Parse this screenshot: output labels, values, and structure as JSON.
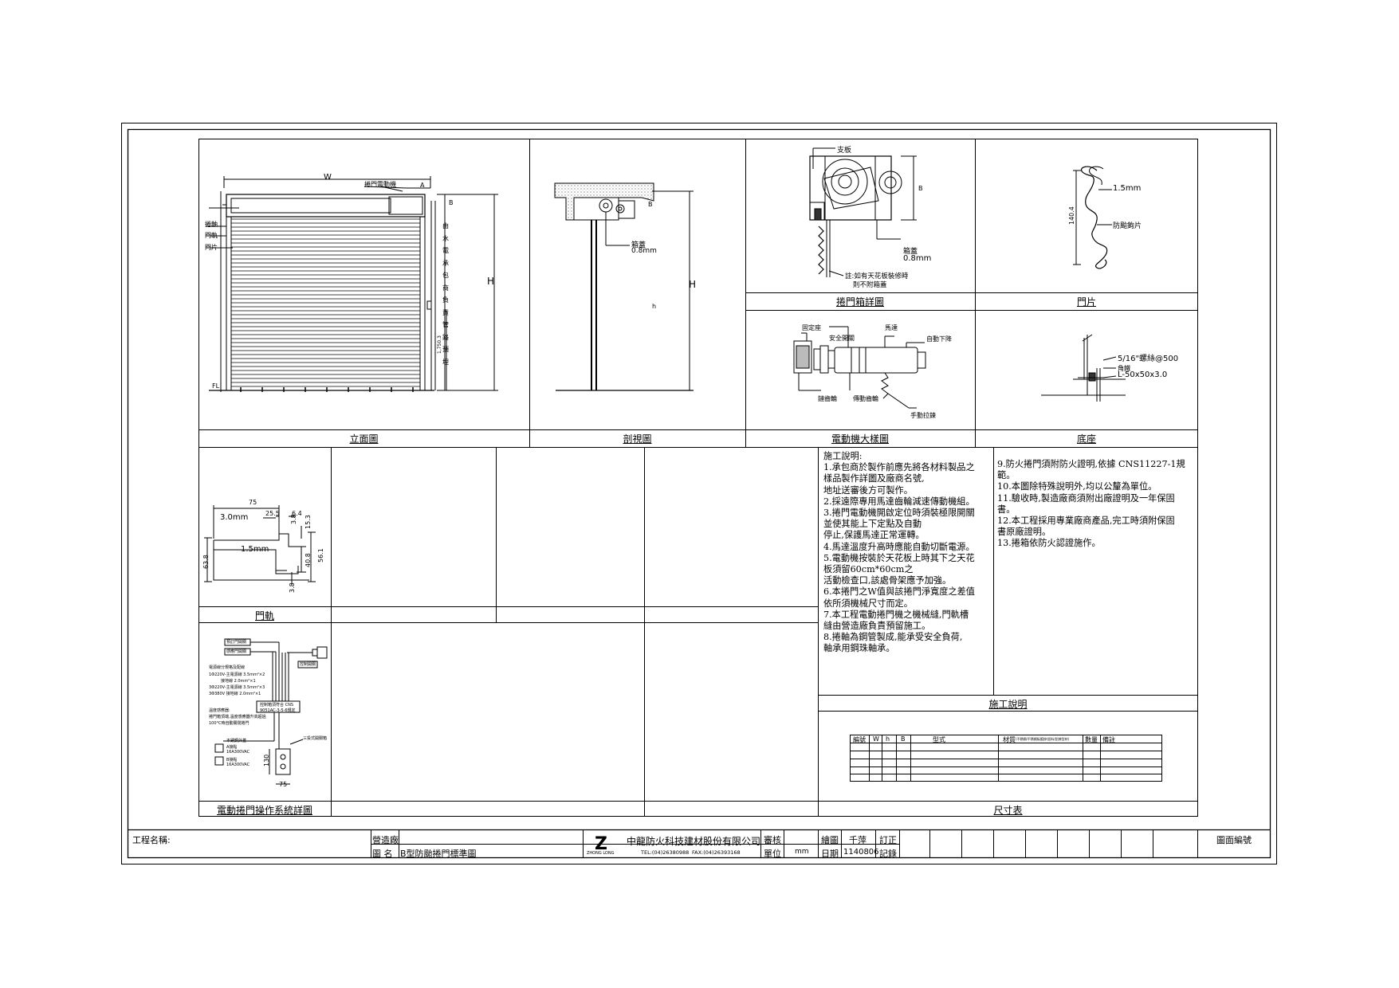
{
  "panels": {
    "elevation": "立面圖",
    "section": "剖視圖",
    "box_detail": "捲門箱詳圖",
    "door_piece": "門片",
    "motor": "電動機大樣圖",
    "base": "底座",
    "rail": "門軌",
    "control": "電動捲門操作系統詳圖",
    "notes": "施工說明",
    "dimension_table": "尺寸表"
  },
  "elevation": {
    "w": "W",
    "h": "H",
    "motor": "捲門電動機",
    "a": "A",
    "b": "B",
    "shaft": "捲軸",
    "rail": "門軌",
    "piece": "門片",
    "fl": "FL",
    "vertical_note": "由水電承包商負責管路預埋",
    "dim_1750": "1,750.3"
  },
  "section": {
    "b": "B",
    "box_cover": "箱蓋",
    "thickness": "0.8mm",
    "h_upper": "H",
    "h_lower": "h"
  },
  "box_detail": {
    "bracket": "支板",
    "box_cover": "箱蓋",
    "thickness": "0.8mm",
    "b": "B",
    "note1": "註:如有天花板裝修時",
    "note2": "則不附箱蓋"
  },
  "door_piece": {
    "thickness": "1.5mm",
    "hook": "防颱鉤片",
    "height": "140.4"
  },
  "motor": {
    "fixed_seat": "固定座",
    "safety_switch": "安全開關",
    "motor": "馬達",
    "auto_down": "自動下降",
    "chain_wheel": "鏈齒輪",
    "drive_wheel": "傳動齒輪",
    "hand_chain": "手動拉鍊"
  },
  "base": {
    "bolt": "5/16\"螺絲@500",
    "angle": "角鐵",
    "angle_size": "L-50x50x3.0"
  },
  "rail": {
    "d75": "75",
    "d25": "25.5",
    "d64": "6.4",
    "d153": "15.3",
    "d38a": "3.8",
    "t30": "3.0mm",
    "t15": "1.5mm",
    "d638": "63.8",
    "d408": "40.8",
    "d561": "56.1",
    "d38b": "3.8"
  },
  "control": {
    "b1": "預訂門開關",
    "b2": "感應門開關",
    "b3": "控制開關",
    "spec_title": "電源線分規格及配線",
    "spec_lines": [
      "1Φ220V-主電源線 3.5mm²×2",
      "接地線 2.0mm²×1",
      "3Φ220V-主電源線 3.5mm²×3",
      "3Φ380V 接地線 2.0mm²×1"
    ],
    "ctrl_box1": "控制箱須符合 CNS",
    "ctrl_box2": "9051AC-3-5-6規定",
    "note_title": "溫度感應器:",
    "note_lines": [
      "捲門箱頂端,溫度感應器升高超過",
      "100°C時自動關閉捲門"
    ],
    "switch_label": "三投式開關箱",
    "s1": "不銹鋼外蓋",
    "s2": "A接點 16A300VAC",
    "s3": "B接點 16A300VAC",
    "d130": "130",
    "d75": "75"
  },
  "notes": {
    "col1": [
      "施工說明:",
      "1.承包商於製作前應先將各材料製品之",
      "樣品製作詳圖及廠商名號,",
      "地址送審後方可製作。",
      "2.採遠際專用馬達齒輪減速傳動機組。",
      "3.捲門電動機開啟定位時須裝極限開關",
      "並使其能上下定點及自動",
      "停止,保護馬達正常運轉。",
      "4.馬達溫度升高時應能自動切斷電源。",
      "5.電動機按裝於天花板上時其下之天花",
      "板須留60cm*60cm之",
      "活動檢查口,該處骨架應予加強。",
      "6.本捲門之W值與該捲門淨寬度之差值",
      "依所須機械尺寸而定。",
      "7.本工程電動捲門機之機械縫,門軌槽",
      "縫由營造廠負責預留施工。",
      "8.捲軸為鋼管製成,能承受安全負荷,",
      "軸承用鋼珠軸承。"
    ],
    "col2": [
      "9.防火捲門須附防火證明,依據 CNS11227-1規",
      "範。",
      "10.本圖除特殊說明外,均以公釐為單位。",
      "11.驗收時,製造廠商須附出廠證明及一年保固",
      "書。",
      "12.本工程採用專業廠商產品,完工時須附保固",
      "書原廠證明。",
      "13.捲箱依防火認證施作。"
    ]
  },
  "dim_table": {
    "headers": [
      "編號",
      "W",
      "h",
      "B",
      "型式",
      "材質",
      "數量",
      "備註"
    ],
    "material_note": "(不銹鋼/不銹鋼板鍍鋅/鋁料/鋁擠型材)",
    "rows": 5
  },
  "title_block": {
    "project_label": "工程名稱:",
    "contractor_label": "營造廠",
    "drawing_label": "圖  名",
    "drawing_name": "B型防颱捲門標準圖",
    "logo_letter": "Z",
    "logo_sub": "ZHONG LONG",
    "company": "中龍防火科技建材股份有限公司",
    "tel": "TEL:(04)26380988",
    "fax": "FAX:(04)26393168",
    "review_label": "審核",
    "unit_label": "單位",
    "unit_value": "mm",
    "drawn_label": "繪圖",
    "drawn_value": "千萍",
    "date_label": "日期",
    "date_value": "1140806",
    "revise_label": "訂正",
    "record_label": "記錄",
    "sheet_no_label": "圖面編號"
  },
  "colors": {
    "line": "#000000",
    "paper": "#ffffff",
    "hatch": "#777777"
  }
}
